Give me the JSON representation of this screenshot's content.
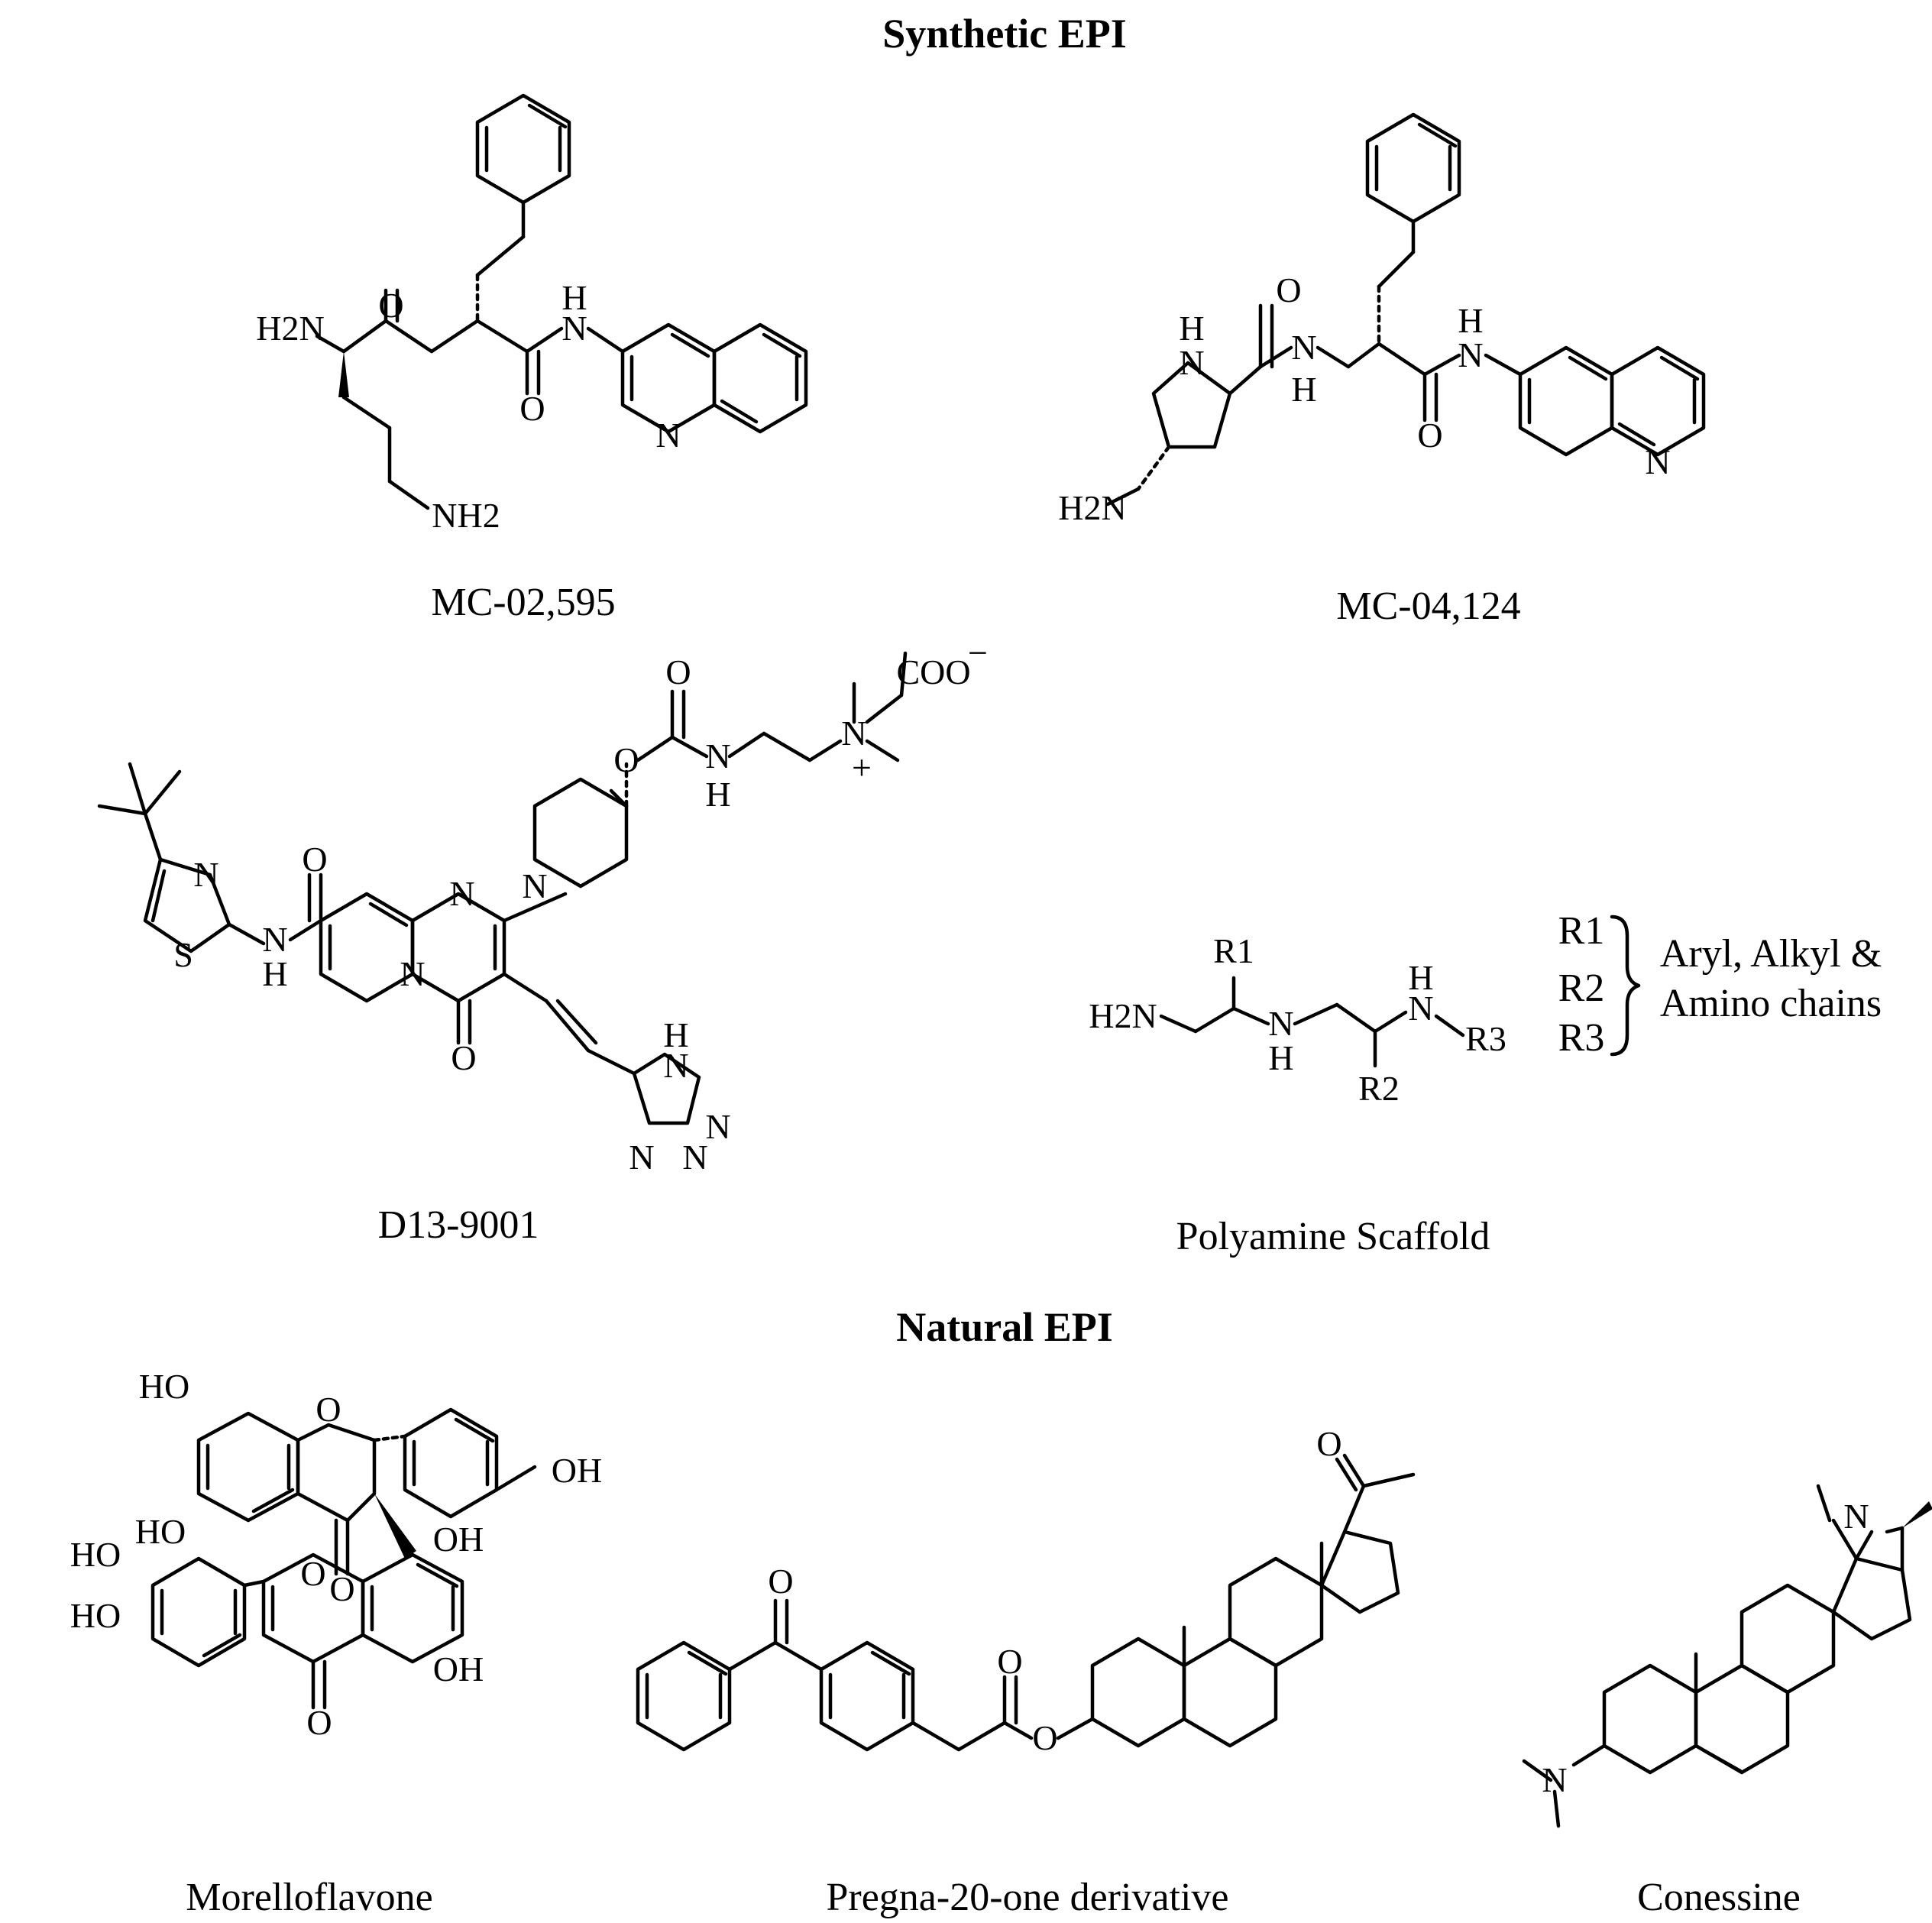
{
  "headings": {
    "synthetic": "Synthetic EPI",
    "natural": "Natural EPI"
  },
  "compounds": {
    "mc02595": "MC-02,595",
    "mc04124": "MC-04,124",
    "d139001": "D13-9001",
    "polyamine": "Polyamine Scaffold",
    "morelloflavone": "Morelloflavone",
    "pregna": "Pregna-20-one derivative",
    "conessine": "Conessine"
  },
  "polyamine_legend": {
    "r1": "R1",
    "r2": "R2",
    "r3": "R3",
    "line1": "Aryl, Alkyl &",
    "line2": "Amino chains"
  },
  "atoms": {
    "O": "O",
    "N": "N",
    "H": "H",
    "S": "S",
    "HN": "HN",
    "HO": "HO",
    "OH": "OH",
    "H2N": "H2N",
    "NH2": "NH2",
    "COO": "COO",
    "minus": "−",
    "plus": "+",
    "R1": "R1",
    "R2": "R2",
    "R3": "R3"
  }
}
